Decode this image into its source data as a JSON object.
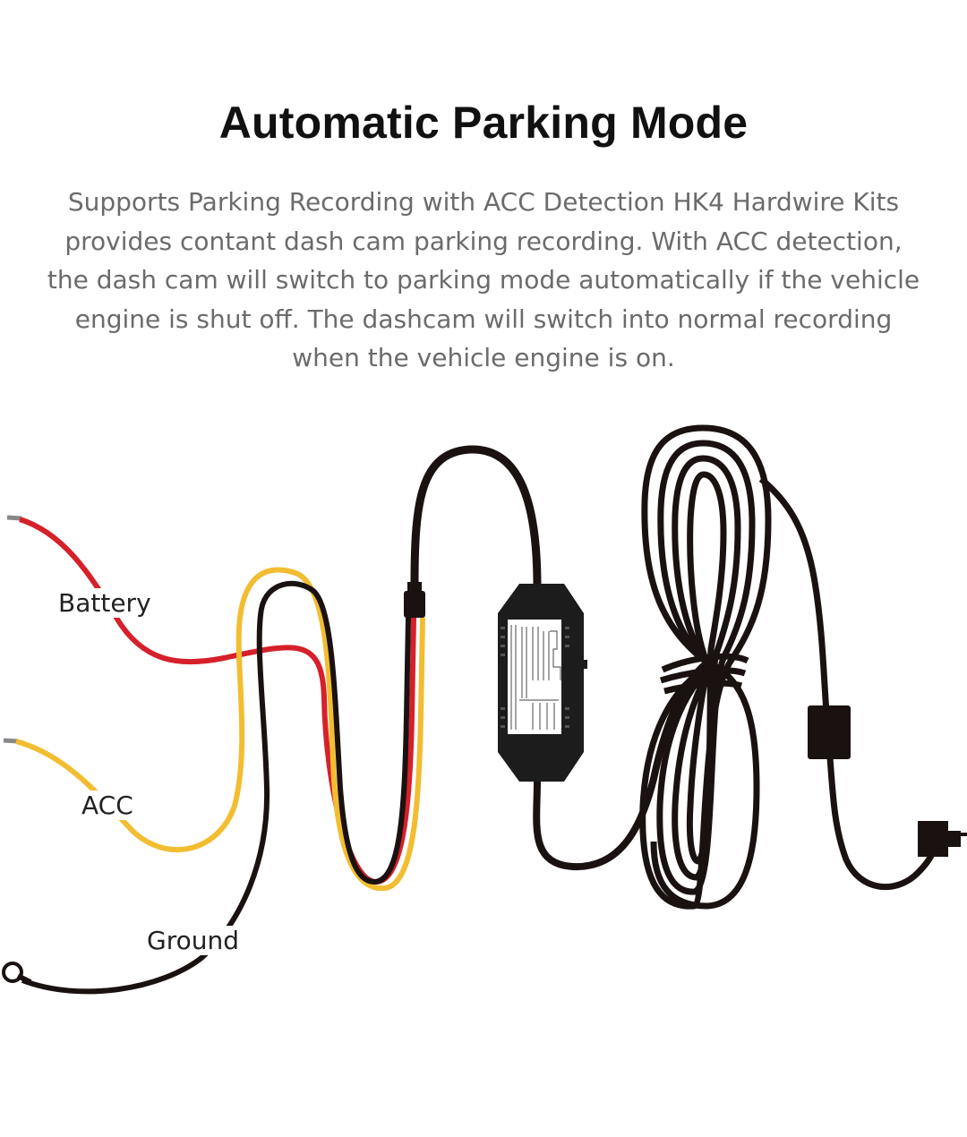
{
  "header": {
    "title": "Automatic Parking Mode",
    "description_lines": [
      "Supports Parking Recording with ACC Detection HK4 Hardwire Kits",
      "provides contant dash cam parking recording. With ACC detection,",
      "the dash cam will switch to parking mode automatically if the vehicle",
      "engine is shut off. The dashcam will switch into normal recording",
      "when the vehicle engine is on."
    ]
  },
  "diagram": {
    "wire_labels": {
      "battery": "Battery",
      "acc": "ACC",
      "ground": "Ground"
    },
    "colors": {
      "battery_wire": "#d6202a",
      "acc_wire": "#f2bd31",
      "ground_wire": "#1a1210",
      "cable": "#1a1210",
      "box": "#1c1c1c",
      "label_panel": "#ffffff"
    }
  }
}
